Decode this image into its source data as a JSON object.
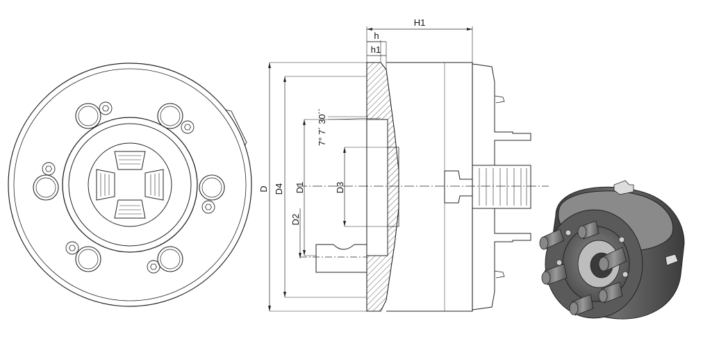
{
  "drawing": {
    "dimensions": {
      "H1": "H1",
      "h": "h",
      "h1": "h1",
      "D": "D",
      "D4": "D4",
      "D1": "D1",
      "D2": "D2",
      "D3": "D3",
      "angle": "7° 7´ 30´´"
    },
    "colors": {
      "line": "#222222",
      "body_dark": "#555555",
      "body_light": "#9a9a9a",
      "pin": "#6b6b6b"
    }
  }
}
